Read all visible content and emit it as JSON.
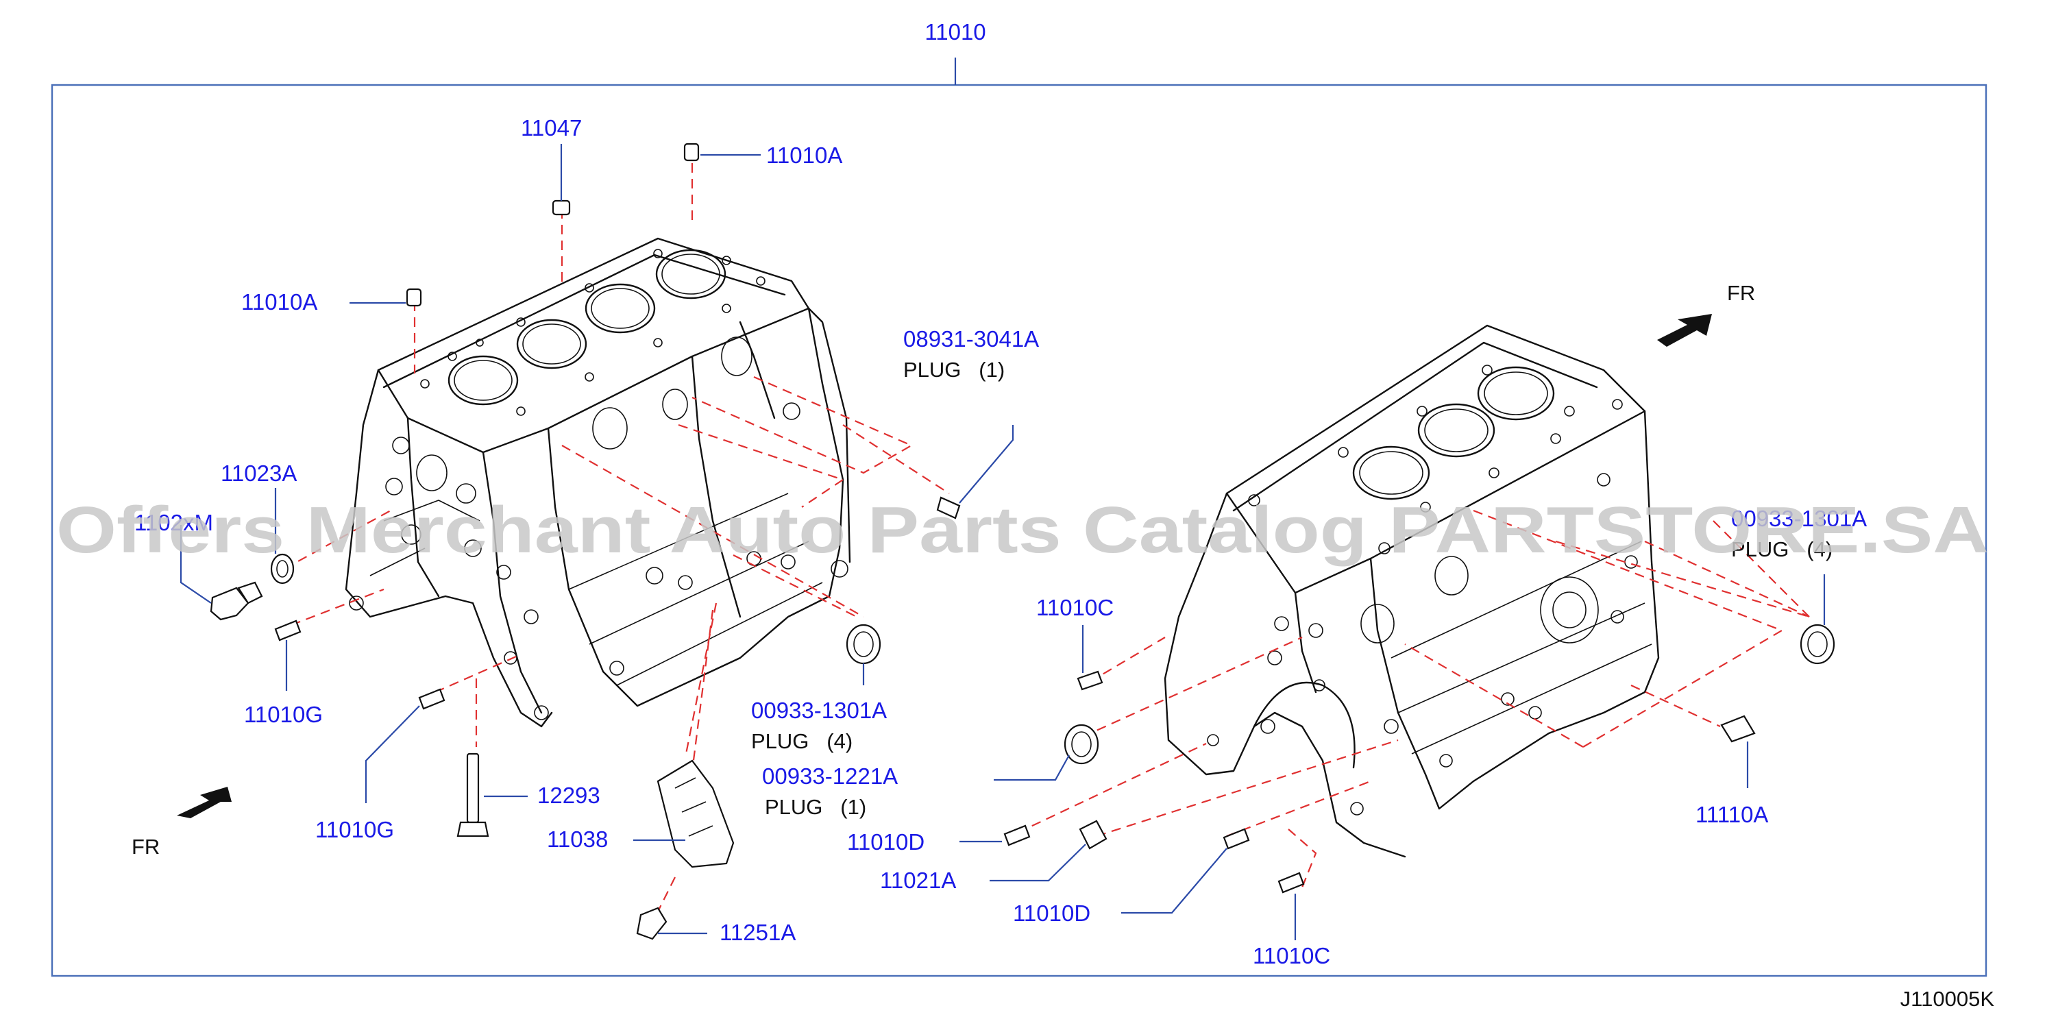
{
  "diagram": {
    "assembly_number": "11010",
    "figure_code": "J110005K",
    "watermark": "Offers Merchant Auto Parts Catalog PARTSTORE.SA",
    "direction_left": "FR",
    "direction_right": "FR",
    "parts": {
      "p11047": "11047",
      "p11010A_top": "11010A",
      "p11010A_left": "11010A",
      "p08931": "08931-3041A",
      "p08931_desc": "PLUG   (1)",
      "p11023A": "11023A",
      "p1102xM": "1102xM",
      "p11010G_a": "11010G",
      "p11010G_b": "11010G",
      "p00933_1301A": "00933-1301A",
      "p00933_1301A_desc": "PLUG   (4)",
      "p00933_1221A": "00933-1221A",
      "p00933_1221A_desc": "PLUG   (1)",
      "p12293": "12293",
      "p11038": "11038",
      "p11251A": "11251A",
      "p11010C_a": "11010C",
      "p11010C_b": "11010C",
      "p11010D_a": "11010D",
      "p11010D_b": "11010D",
      "p11021A": "11021A",
      "p00933_301A_r": "00933-1301A",
      "p00933_301A_r_desc": "PLUG   (4)",
      "p11110A": "11110A"
    }
  }
}
